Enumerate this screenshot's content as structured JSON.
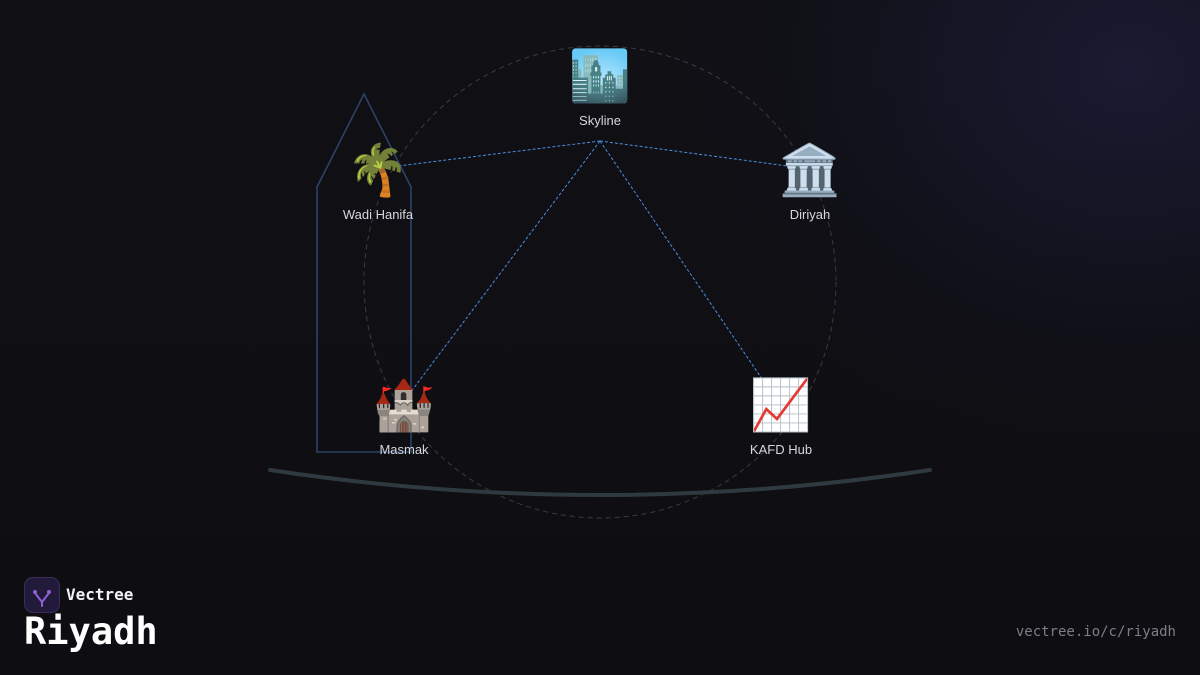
{
  "brand": {
    "name": "Vectree",
    "logo_icon": "vectree-logo-icon",
    "logo_color": "#8f5fd6"
  },
  "title": "Riyadh",
  "url": "vectree.io/c/riyadh",
  "colors": {
    "background": "#0f0f13",
    "link_line": "#4a8fe0",
    "orbit_circle": "#3a3a44",
    "ground_curve": "#2f3a40",
    "tower_outline": "#2a4466"
  },
  "nodes": [
    {
      "id": "skyline",
      "label": "Skyline",
      "icon": "city-skyline-icon",
      "glyph": "🏙️"
    },
    {
      "id": "wadi-hanifa",
      "label": "Wadi Hanifa",
      "icon": "palm-tree-icon",
      "glyph": "🌴"
    },
    {
      "id": "diriyah",
      "label": "Diriyah",
      "icon": "classical-building-icon",
      "glyph": "🏛️"
    },
    {
      "id": "masmak",
      "label": "Masmak",
      "icon": "castle-icon",
      "glyph": "🏰"
    },
    {
      "id": "kafd-hub",
      "label": "KAFD Hub",
      "icon": "chart-increasing-icon",
      "glyph": "📈"
    }
  ],
  "links": [
    [
      "skyline",
      "wadi-hanifa"
    ],
    [
      "skyline",
      "diriyah"
    ],
    [
      "skyline",
      "masmak"
    ],
    [
      "skyline",
      "kafd-hub"
    ]
  ]
}
